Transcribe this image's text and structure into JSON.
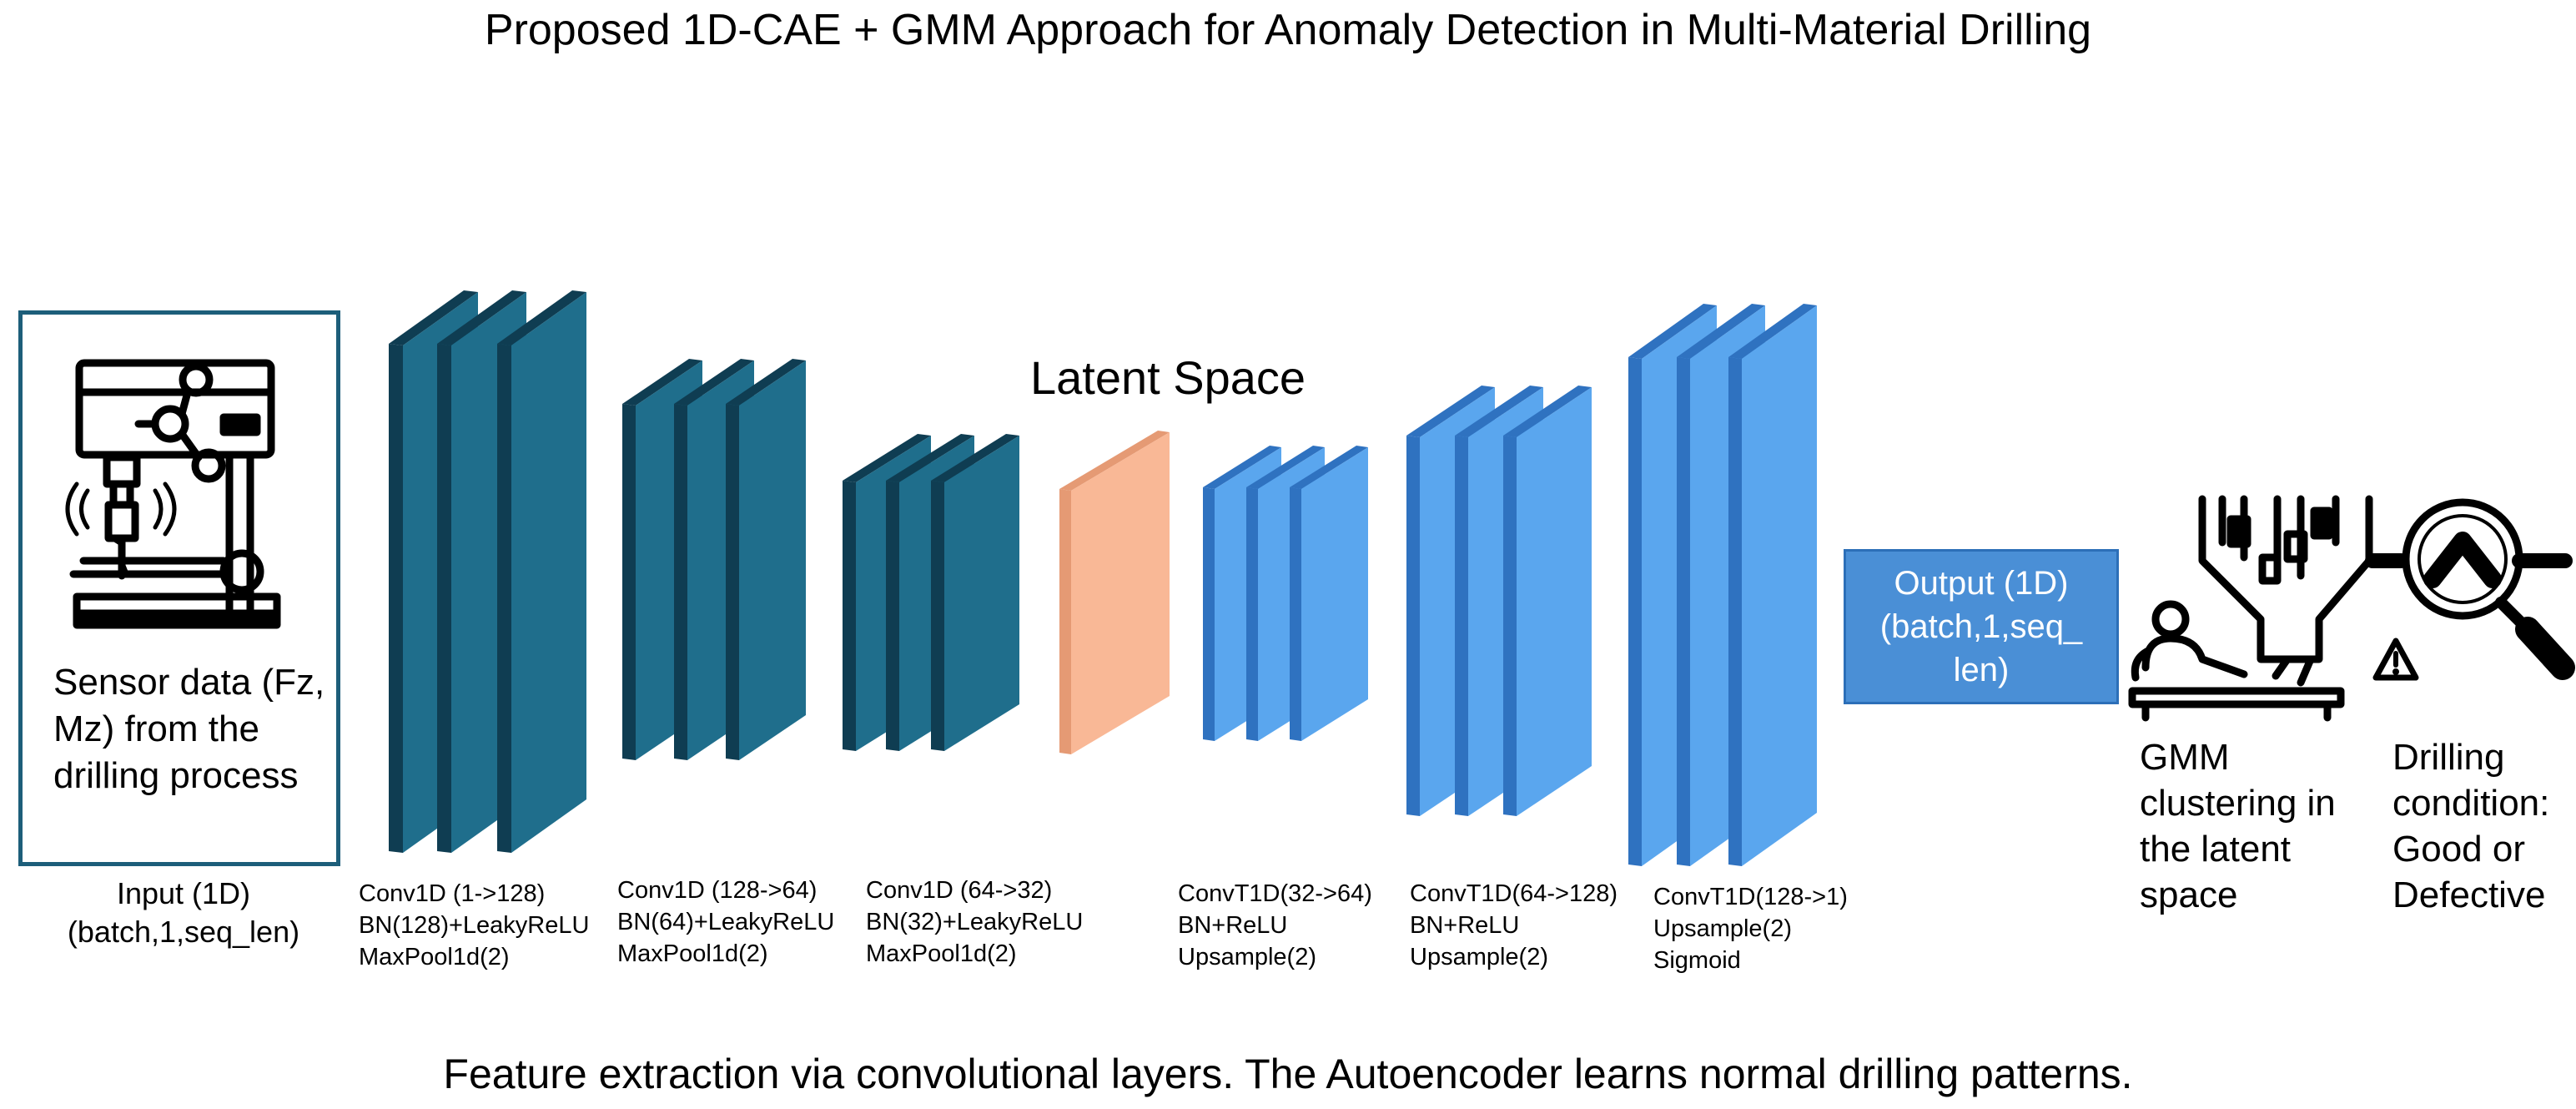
{
  "title": "Proposed 1D-CAE + GMM Approach for Anomaly Detection in Multi-Material Drilling",
  "latent_title": "Latent Space",
  "caption": "Feature extraction via convolutional layers. The Autoencoder learns normal drilling patterns.",
  "input": {
    "box_text": "Sensor data (Fz, Mz) from the drilling process",
    "label_line1": "Input (1D)",
    "label_line2": "(batch,1,seq_len)",
    "icon": "drill-press-icon"
  },
  "layers": [
    {
      "line1": "Conv1D (1->128)",
      "line2": "BN(128)+LeakyReLU",
      "line3": "MaxPool1d(2)"
    },
    {
      "line1": "Conv1D (128->64)",
      "line2": "BN(64)+LeakyReLU",
      "line3": "MaxPool1d(2)"
    },
    {
      "line1": "Conv1D (64->32)",
      "line2": "BN(32)+LeakyReLU",
      "line3": "MaxPool1d(2)"
    },
    {
      "line1": "ConvT1D(32->64)",
      "line2": "BN+ReLU",
      "line3": "Upsample(2)"
    },
    {
      "line1": "ConvT1D(64->128)",
      "line2": "BN+ReLU",
      "line3": "Upsample(2)"
    },
    {
      "line1": "ConvT1D(128->1)",
      "line2": "Upsample(2)",
      "line3": "Sigmoid"
    }
  ],
  "output": {
    "line1": "Output (1D)",
    "line2": "(batch,1,seq_",
    "line3": "len)"
  },
  "gmm": {
    "text": "GMM clustering in the latent space",
    "icon": "gmm-clustering-icon"
  },
  "condition": {
    "text": "Drilling condition: Good or Defective",
    "icon": "inspection-warning-icon"
  },
  "colors": {
    "encoder": "#1f6e8c",
    "encoder_edge": "#0f3d52",
    "decoder": "#5aa6ee",
    "decoder_edge": "#2f72c0",
    "latent": "#f9b896",
    "latent_edge": "#e59a74",
    "output_fill": "#4a8fd6",
    "input_border": "#1d5e7a"
  }
}
